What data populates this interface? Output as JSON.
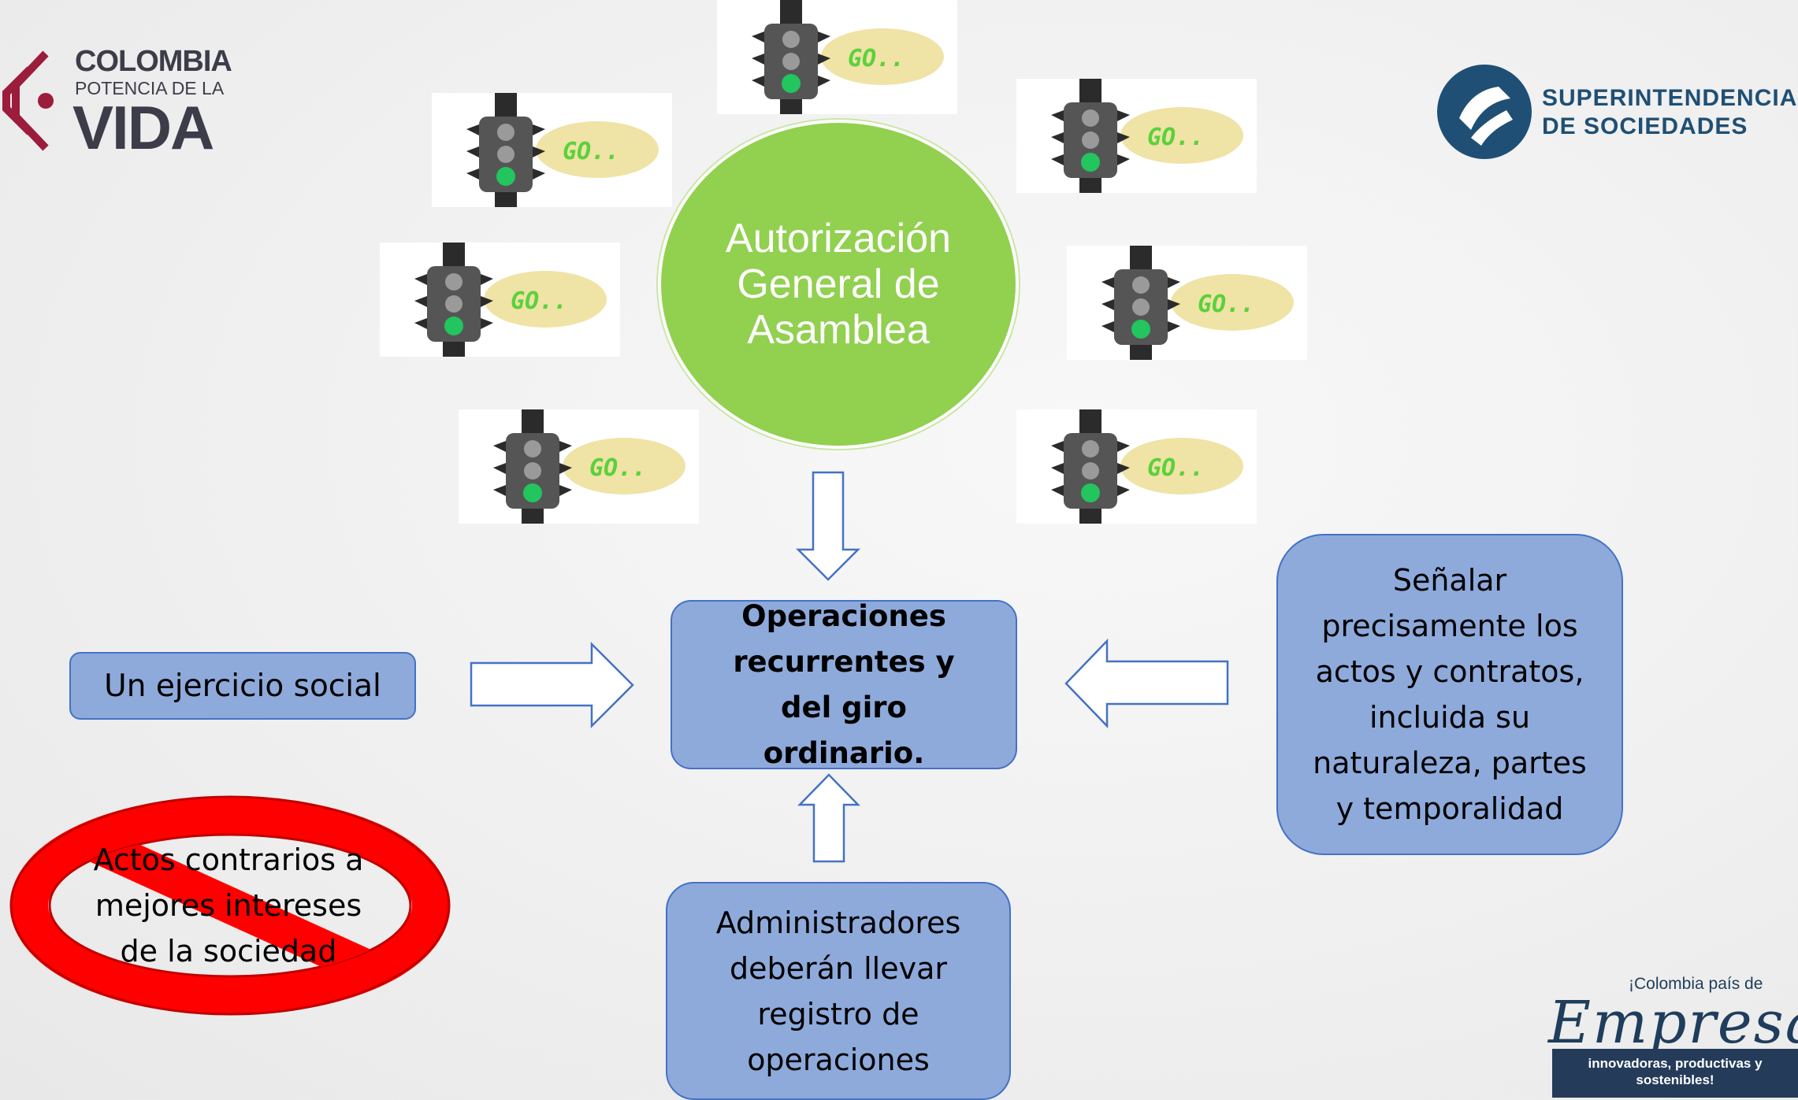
{
  "logos": {
    "colombia": {
      "line1": "COLOMBIA",
      "line2": "POTENCIA DE LA",
      "line3": "VIDA"
    },
    "superintendencia": {
      "line1": "SUPERINTENDENCIA",
      "line2": "DE SOCIEDADES"
    },
    "empresas": {
      "line1": "¡Colombia país de",
      "line2": "Empresas",
      "line3": "innovadoras, productivas y sostenibles!"
    }
  },
  "traffic_light_label": "GO..",
  "circle": {
    "text": "Autorización General de Asamblea"
  },
  "center_box": {
    "text": "Operaciones recurrentes y del giro ordinario."
  },
  "left_box": {
    "text": "Un ejercicio social"
  },
  "right_box": {
    "text": "Señalar precisamente los actos y contratos, incluida su naturaleza, partes y temporalidad"
  },
  "bottom_box": {
    "text": "Administradores deberán llevar registro de operaciones"
  },
  "prohibited": {
    "text": "Actos contrarios a mejores intereses de la sociedad"
  },
  "colors": {
    "circle": "#92d050",
    "box_fill": "#8eaadb",
    "box_border": "#4472c4",
    "prohibition": "#ff0000",
    "brand_navy": "#1f4f74"
  }
}
